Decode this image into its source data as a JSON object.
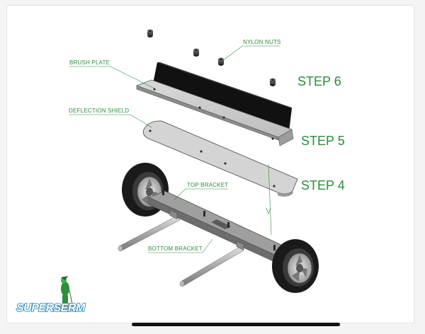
{
  "callouts": {
    "nylon_nuts": "NYLON NUTS",
    "brush_plate": "BRUSH PLATE",
    "deflection_shield": "DEFLECTION SHIELD",
    "top_bracket": "TOP BRACKET",
    "bottom_bracket": "BOTTOM BRACKET"
  },
  "steps": {
    "step6": "STEP 6",
    "step5": "STEP 5",
    "step4": "STEP 4"
  },
  "logo": {
    "text": "SUPERSERM",
    "icon": "sweeper-mascot-icon"
  },
  "colors": {
    "accent_green": "#2e8b3a",
    "logo_blue": "#1b7fb8"
  }
}
